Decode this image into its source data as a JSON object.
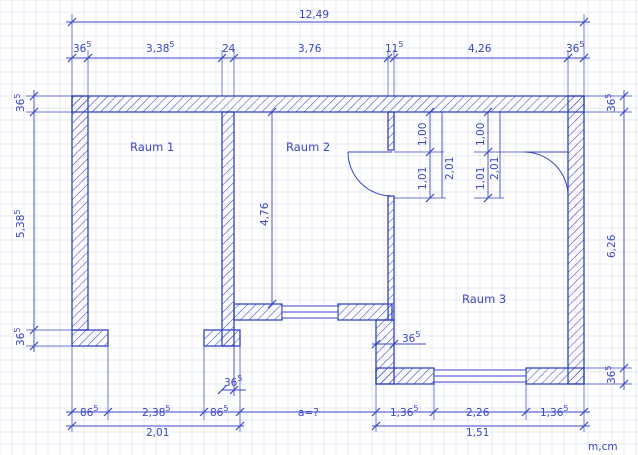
{
  "labels": {
    "total_width": "12,49",
    "seg_36a": "36",
    "seg_36a_sup": "5",
    "seg_338": "3,38",
    "seg_338_sup": "5",
    "seg_24": "24",
    "seg_376": "3,76",
    "seg_11": "11",
    "seg_11_sup": "5",
    "seg_426": "4,26",
    "seg_36b": "36",
    "seg_36b_sup": "5",
    "left_36_top": "36",
    "left_36_top_sup": "5",
    "left_538": "5,38",
    "left_538_sup": "5",
    "left_36_bot": "36",
    "left_36_bot_sup": "5",
    "right_36_top": "36",
    "right_36_top_sup": "5",
    "right_626": "6,26",
    "right_36_bot": "36",
    "right_36_bot_sup": "5",
    "inner_476": "4,76",
    "door_100_a": "1,00",
    "door_101_a": "1,01",
    "door_201_a": "2,01",
    "door_100_b": "1,00",
    "door_101_b": "1,01",
    "door_201_b": "2,01",
    "wall_36_step": "36",
    "wall_36_step_sup": "5",
    "wall_36_r3": "36",
    "wall_36_r3_sup": "5",
    "bot_86a": "86",
    "bot_86a_sup": "5",
    "bot_238": "2,38",
    "bot_238_sup": "5",
    "bot_86b": "86",
    "bot_86b_sup": "5",
    "bot_a": "a=?",
    "bot_136a": "1,36",
    "bot_136a_sup": "5",
    "bot_226": "2,26",
    "bot_136b": "1,36",
    "bot_136b_sup": "5",
    "bot_201": "2,01",
    "bot_151": "1,51",
    "units": "m,cm"
  },
  "rooms": {
    "raum1": "Raum 1",
    "raum2": "Raum 2",
    "raum3": "Raum 3"
  },
  "colors": {
    "line": "#3a46c8",
    "grid": "#e4e8f6"
  }
}
